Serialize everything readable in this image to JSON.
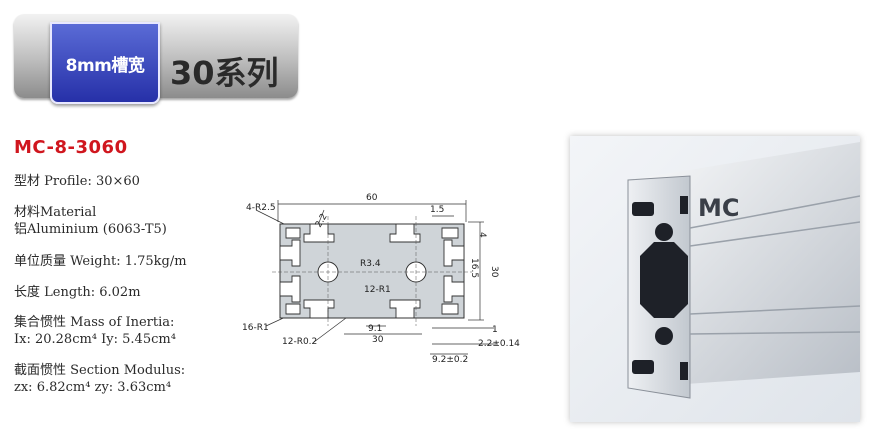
{
  "header": {
    "tab_label": "8mm槽宽",
    "series_title": "30系列"
  },
  "product": {
    "model": "MC-8-3060",
    "specs": [
      "型材 Profile: 30×60",
      "材料Material",
      "铝Aluminium (6063-T5)",
      "单位质量 Weight: 1.75kg/m",
      "长度 Length: 6.02m",
      "集合惯性 Mass of Inertia:",
      "Ix: 20.28cm⁴  Iy: 5.45cm⁴",
      "截面惯性 Section Modulus:",
      "zx: 6.82cm⁴  zy: 3.63cm⁴"
    ]
  },
  "drawing": {
    "dims": {
      "width_60": "60",
      "r_4": "4-R2.5",
      "d_2_2": "2.2",
      "d_1_5": "1.5",
      "d_4": "4",
      "r_3_4": "R3.4",
      "d_16_5": "16.5",
      "d_30_v": "30",
      "r_12": "12-R1",
      "r_16": "16-R1",
      "d_9_1": "9.1",
      "d_30_h": "30",
      "d_1": "1",
      "d_2_2_tol": "2.2±0.14",
      "r_12_0_2": "12-R0.2",
      "d_9_2": "9.2±0.2"
    }
  },
  "photo": {
    "brand_label": "MC"
  }
}
